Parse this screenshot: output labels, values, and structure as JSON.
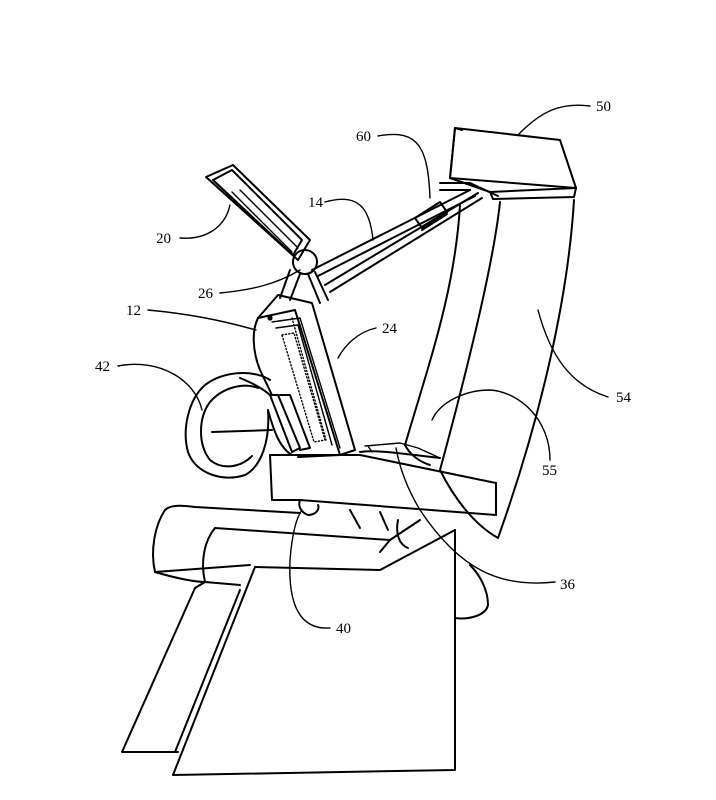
{
  "figure": {
    "reference_labels": {
      "l50": "50",
      "l60": "60",
      "l14": "14",
      "l20": "20",
      "l26": "26",
      "l12": "12",
      "l24": "24",
      "l42": "42",
      "l54": "54",
      "l55": "55",
      "l36": "36",
      "l40": "40"
    },
    "line_color": "#000000",
    "background_color": "#ffffff"
  }
}
